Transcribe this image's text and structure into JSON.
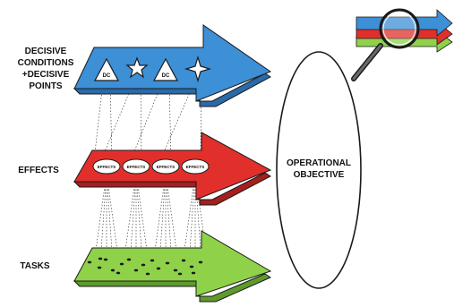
{
  "labels": {
    "decisive_line1": "DECISIVE",
    "decisive_line2": "CONDITIONS",
    "decisive_line3": "+DECISIVE",
    "decisive_line4": "POINTS",
    "effects": "EFFECTS",
    "tasks": "TASKS",
    "objective_line1": "OPERATIONAL",
    "objective_line2": "OBJECTIVE"
  },
  "markers": {
    "dc": "DC",
    "effect": "EFFECTS"
  },
  "colors": {
    "decisive_arrow": "#3d8fd6",
    "decisive_side": "#2a6aa8",
    "effects_arrow": "#e1302b",
    "effects_side": "#a61f1c",
    "tasks_arrow": "#8fd24a",
    "tasks_side": "#5f9a2c",
    "outline": "#1a1a1a"
  },
  "icons": [
    "dc-triangle-icon",
    "star-icon",
    "dc-triangle-icon",
    "compass-star-icon",
    "magnifying-glass-icon"
  ]
}
